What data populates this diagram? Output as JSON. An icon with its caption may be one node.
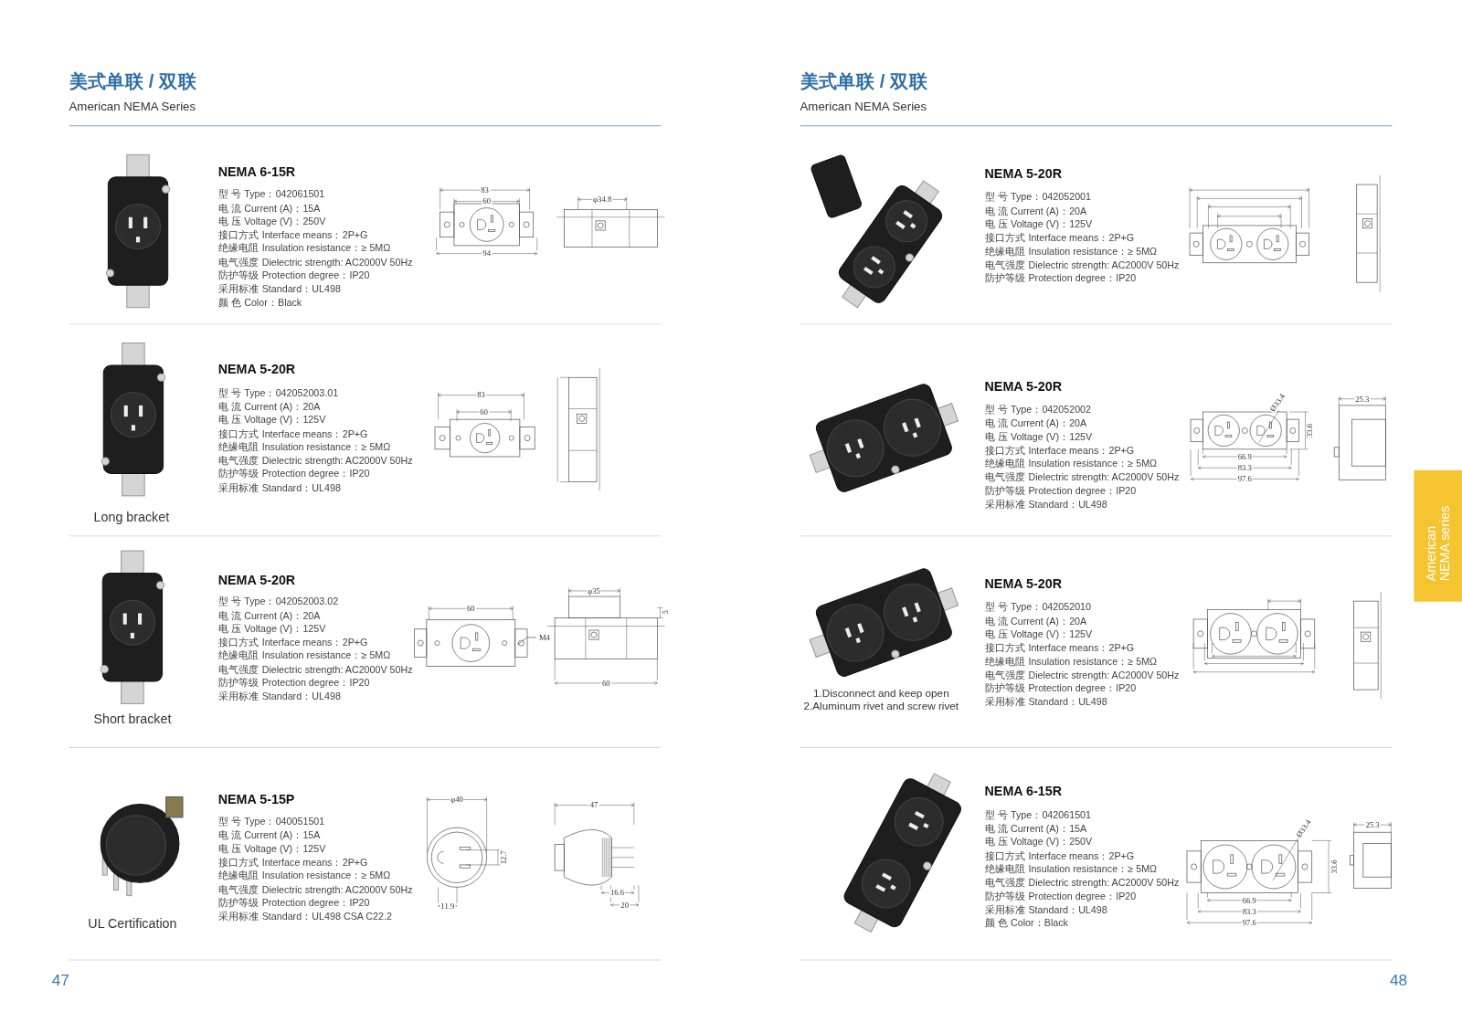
{
  "diagram": {
    "nodes": [
      {
        "text": [
          "American NEMA series"
        ]
      }
    ],
    "labels": [
      "美式单联 / 双联",
      "American NEMA Series",
      "NEMA 6-15R",
      "型 号 Type：042061501",
      "电 流 Current (A)：15A",
      "电 压 Voltage (V)：250V",
      "接口方式 Interface means：2P+G",
      "绝缘电阻 Insulation resistance：≥ 5MΩ",
      "电气强度 Dielectric strength: AC2000V 50Hz",
      "防护等级 Protection degree：IP20",
      "采用标准 Standard：UL498",
      "颜 色 Color：Black",
      "83",
      "60",
      "94",
      "φ34.8",
      "NEMA 5-20R",
      "型 号 Type：042052003.01",
      "电 流 Current (A)：20A",
      "电 压 Voltage (V)：125V",
      "接口方式 Interface means：2P+G",
      "绝缘电阻 Insulation resistance：≥ 5MΩ",
      "电气强度 Dielectric strength: AC2000V 50Hz",
      "防护等级 Protection degree：IP20",
      "采用标准 Standard：UL498",
      "83",
      "60",
      "Long bracket",
      "NEMA 5-20R",
      "型 号 Type：042052003.02",
      "电 流 Current (A)：20A",
      "电 压 Voltage (V)：125V",
      "接口方式 Interface means：2P+G",
      "绝缘电阻 Insulation resistance：≥ 5MΩ",
      "电气强度 Dielectric strength: AC2000V 50Hz",
      "防护等级 Protection degree：IP20",
      "采用标准 Standard：UL498",
      "60",
      "M4",
      "φ35",
      "5",
      "60",
      "Short bracket",
      "NEMA 5-15P",
      "型 号 Type：040051501",
      "电 流 Current (A)：15A",
      "电 压 Voltage (V)：125V",
      "接口方式 Interface means：2P+G",
      "绝缘电阻 Insulation resistance：≥ 5MΩ",
      "电气强度 Dielectric strength: AC2000V 50Hz",
      "防护等级 Protection degree：IP20",
      "采用标准 Standard：UL498 CSA C22.2",
      "φ40",
      "47",
      "12.7",
      "11.9",
      "16.6",
      "20",
      "UL Certification",
      "47",
      "美式单联 / 双联",
      "American NEMA Series",
      "NEMA 5-20R",
      "型 号 Type：042052001",
      "电 流 Current (A)：20A",
      "电 压 Voltage (V)：125V",
      "接口方式 Interface means：2P+G",
      "绝缘电阻 Insulation resistance：≥ 5MΩ",
      "电气强度 Dielectric strength: AC2000V 50Hz",
      "防护等级 Protection degree：IP20",
      "NEMA 5-20R",
      "型 号 Type：042052002",
      "电 流 Current (A)：20A",
      "电 压 Voltage (V)：125V",
      "接口方式 Interface means：2P+G",
      "绝缘电阻 Insulation resistance：≥ 5MΩ",
      "电气强度 Dielectric strength: AC2000V 50Hz",
      "防护等级 Protection degree：IP20",
      "采用标准 Standard：UL498",
      "Ø33.4",
      "66.9",
      "83.3",
      "97.6",
      "33.6",
      "25.3",
      "NEMA 5-20R",
      "型 号 Type：042052010",
      "电 流 Current (A)：20A",
      "电 压 Voltage (V)：125V",
      "接口方式 Interface means：2P+G",
      "绝缘电阻 Insulation resistance：≥ 5MΩ",
      "电气强度 Dielectric strength: AC2000V 50Hz",
      "防护等级 Protection degree：IP20",
      "采用标准 Standard：UL498",
      "1.Disconnect and keep open",
      "2.Aluminum rivet and screw rivet",
      "NEMA 6-15R",
      "型 号 Type：042061501",
      "电 流 Current (A)：15A",
      "电 压 Voltage (V)：250V",
      "接口方式 Interface means：2P+G",
      "绝缘电阻 Insulation resistance：≥ 5MΩ",
      "电气强度 Dielectric strength: AC2000V 50Hz",
      "防护等级 Protection degree：IP20",
      "采用标准 Standard：UL498",
      "颜 色 Color：Black",
      "Ø33.4",
      "66.9",
      "83.3",
      "97.6",
      "33.6",
      "25.3",
      "48"
    ]
  }
}
